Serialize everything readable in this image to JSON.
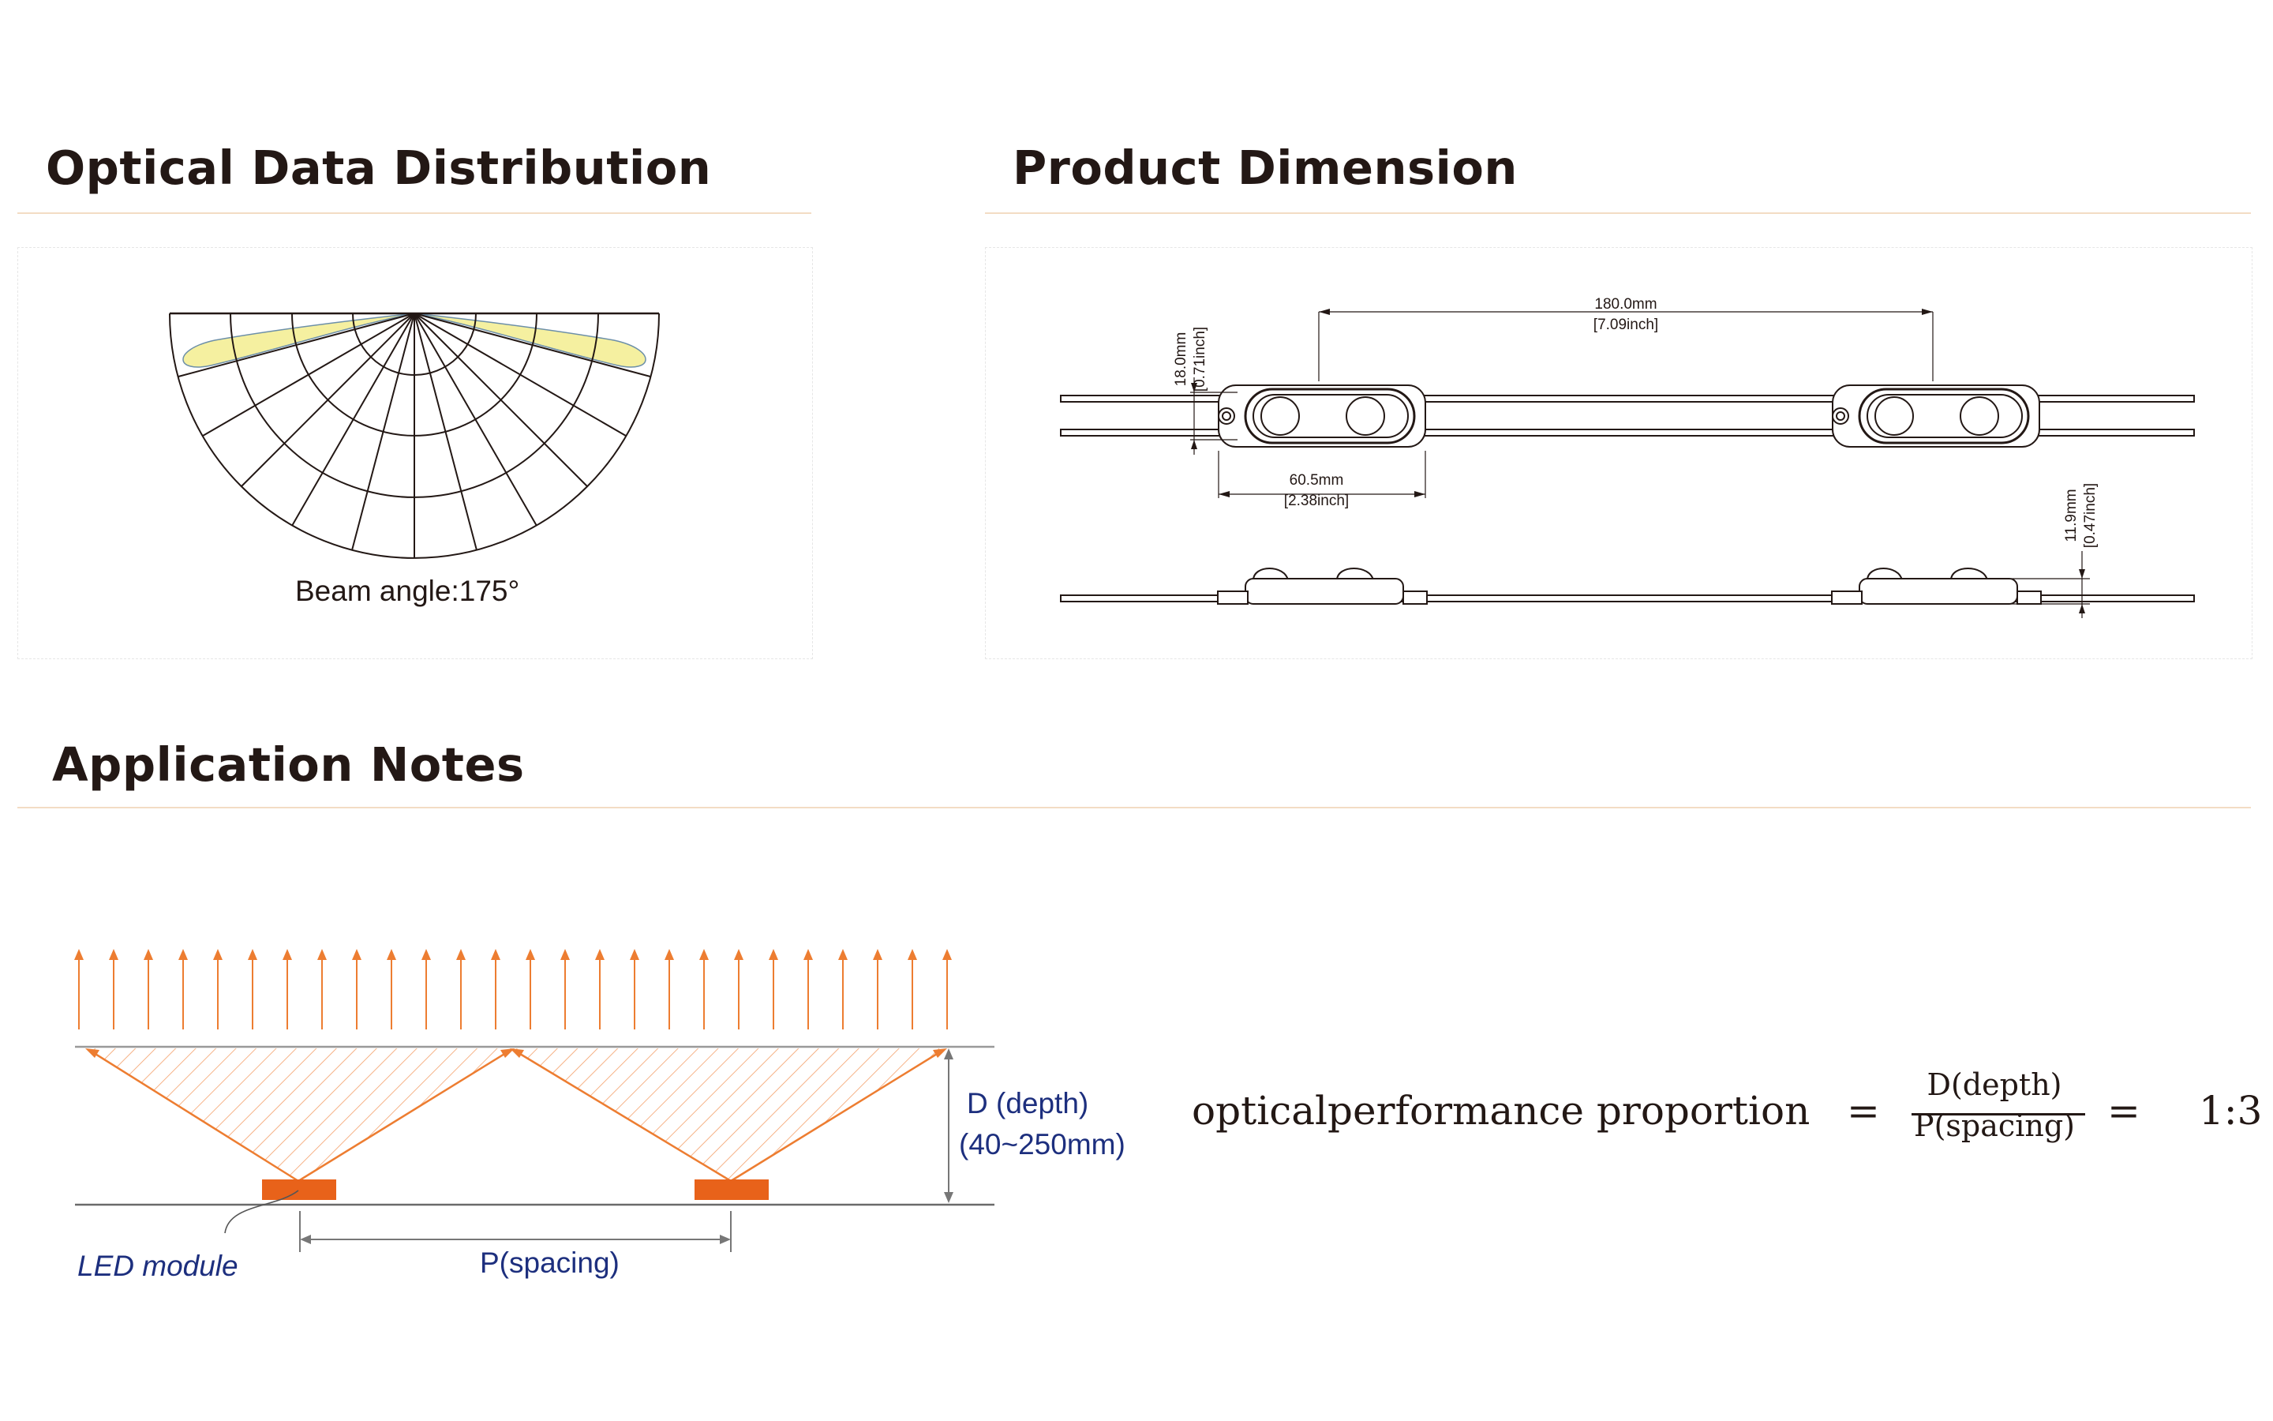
{
  "sections": {
    "optical": {
      "title": "Optical Data Distribution",
      "beam_label": "Beam angle:175°"
    },
    "dimension": {
      "title": "Product Dimension",
      "pitch_mm": "180.0mm",
      "pitch_in": "[7.09inch]",
      "width_mm": "18.0mm",
      "width_in": "[0.71inch]",
      "length_mm": "60.5mm",
      "length_in": "[2.38inch]",
      "height_mm": "11.9mm",
      "height_in": "[0.47inch]"
    },
    "application": {
      "title": "Application Notes",
      "depth_label": "D (depth)",
      "depth_range": "(40~250mm)",
      "spacing_label": "P(spacing)",
      "module_label": "LED module",
      "formula_lhs": "opticalperformance proportion",
      "eq1": "=",
      "numerator": "D(depth)",
      "denominator": "P(spacing)",
      "eq2": "=",
      "ratio": "1:3"
    }
  },
  "colors": {
    "title": "#231815",
    "rule": "#f3dcc4",
    "beam_fill": "#f5f0a0",
    "arrow_orange": "#ed7d31",
    "module_orange": "#e8621a",
    "label_navy": "#1d2f7e"
  }
}
